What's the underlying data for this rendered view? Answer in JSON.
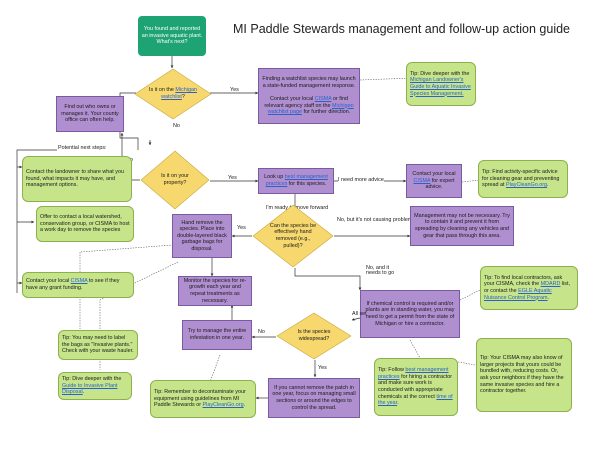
{
  "title": "MI Paddle Stewards management and follow-up action guide",
  "start": "You found and reported an invasive aquatic plant. What's next?",
  "q_watchlist": {
    "pre": "Is it on the ",
    "link": "Michigan watchlist",
    "post": "?"
  },
  "watchlist_yes": {
    "p1": "Finding a watchlist species may launch a state-funded management response.",
    "p2a": "Contact your local ",
    "p2link1": "CISMA",
    "p2b": " or find relevant agency staff on the ",
    "p2link2": "Michigan watchlist page",
    "p2c": " for further direction."
  },
  "tip_landowner": {
    "pre": "Tip: Dive deeper with the ",
    "link": "Michigan Landowner's Guide to Aquatic Invasive Species Management."
  },
  "find_owner": "Find out who owns or manages it. Your county office can often help.",
  "q_property": "Is it on your property?",
  "look_up": {
    "pre": "Look up ",
    "link": "best management practices",
    "post": " for this species."
  },
  "need_more_advice": "I need more advice",
  "contact_cisma": {
    "pre": "Contact your local ",
    "link": "CISMA",
    "post": " for expert advice."
  },
  "tip_cleaning": {
    "pre": "Tip: Find activity-specific advice for cleaning gear and preventing spread at ",
    "link": "PlayCleanGo.org",
    "post": "."
  },
  "potential_steps": "Potential next steps:",
  "step_landowner": "Contact the landowner to share what you found, what impacts it may have, and management options.",
  "step_offer": "Offer to contact a local watershed, conservation group, or CISMA to host a work day to remove the species",
  "step_cisma": {
    "pre": "Contact your local ",
    "link": "CISMA",
    "post": " to see if they have any grant funding."
  },
  "ready": "I'm ready to move forward",
  "hand_remove": "Hand remove the species. Place into double-layered black garbage bags for disposal.",
  "q_hand": "Can the species be effectively hand removed (e.g., pulled)?",
  "no_but": "No, but it's not causing problems",
  "not_necessary": "Management may not be necessary. Try to contain it and prevent it from spreading by cleaning any vehicles and gear that pass through this area.",
  "no_needs": "No, and it needs to go",
  "chemical": "If chemical control is required and/or plants are in standing water, you may need to get a permit from the state of Michigan or hire a contractor.",
  "tip_contractors": {
    "pre": "Tip: To find local contractors, ask your CISMA, check the ",
    "link1": "MDARD",
    "mid": " list, or contact the ",
    "link2": "EGLE Aquatic Nuisance Control Program",
    "post": "."
  },
  "monitor": "Monitor the species for re-growth each year and repeat treatments as necessary.",
  "try_manage": "Try to manage the entire infestation in one year.",
  "q_widespread": "Is the species widespread?",
  "all_set": "All set",
  "tip_bags": "Tip: You may need to label the bags as \"Invasive plants.\" Check with your waste hauler.",
  "tip_disposal": {
    "pre": "Tip: Dive deeper with the ",
    "link": "Guide to Invasive Plant Disposal",
    "post": "."
  },
  "tip_decon": {
    "pre": "Tip: Remember to decontaminate your equipment using guidelines from MI Paddle Stewards or ",
    "link": "PlayCleanGo.org",
    "post": "."
  },
  "cannot_remove": "If you cannot remove the patch in one year, focus on managing small sections or around the edges to control the spread.",
  "tip_follow": {
    "pre": "Tip: Follow ",
    "link1": "best management practices",
    "mid": " for hiring a contractor and make sure work is conducted with appropriate chemicals at the correct ",
    "link2": "time of the year",
    "post": "."
  },
  "tip_larger": "Tip: Your CISMA may also know of larger projects that yours could be bundled with, reducing costs. Or, ask your neighbors if they have the same invasive species and hire a contractor together.",
  "yes": "Yes",
  "no": "No",
  "colors": {
    "purple": "#b08fd0",
    "teal": "#1ea374",
    "diamond": "#f6d86e",
    "tip": "#c6e48a",
    "link": "#2b62c8"
  }
}
